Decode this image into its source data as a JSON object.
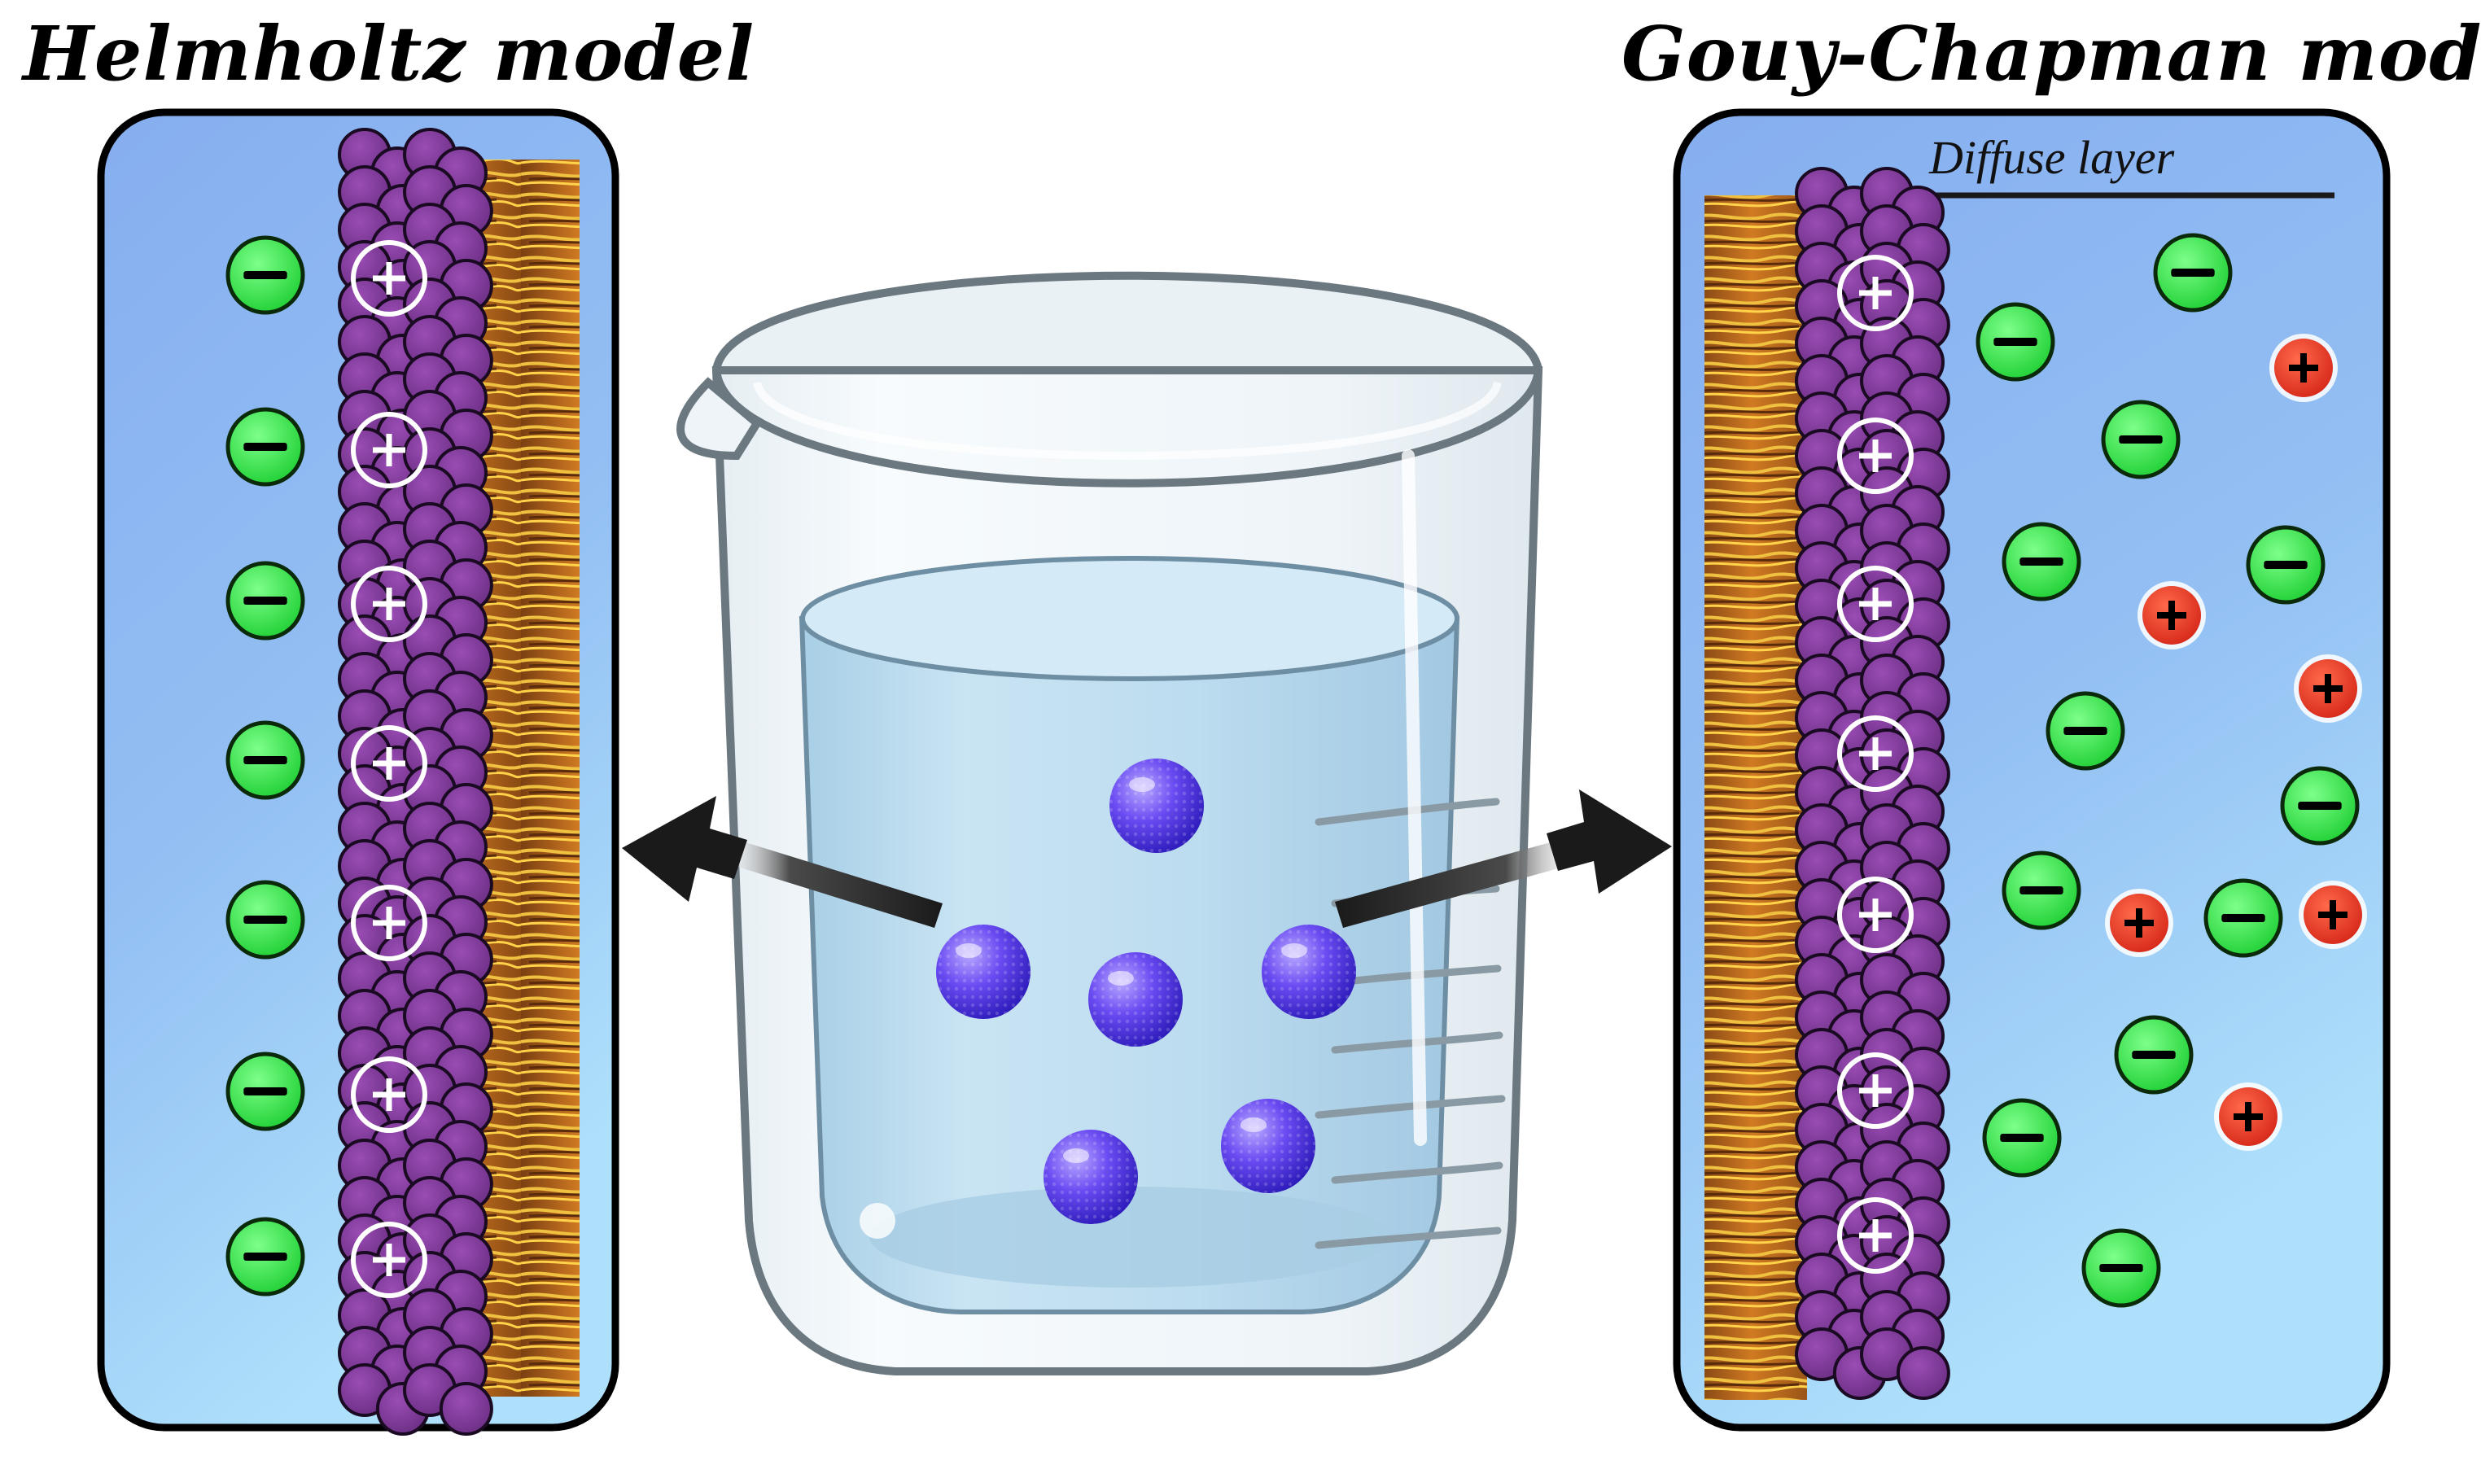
{
  "titles": {
    "left": "Helmholtz model",
    "right": "Gouy-Chapman model",
    "diffuse_layer": "Diffuse layer"
  },
  "glyphs": {
    "minus": "−",
    "plus": "+"
  },
  "colors": {
    "panel_fill_top": "#8cb3ee",
    "panel_fill_bottom": "#a9d8fa",
    "panel_border": "#000000",
    "anion_fill": "#2fe64a",
    "cation_fill": "#e23a22",
    "particle_membrane": "#7b3a93",
    "lipid_tails": "#c26b1c",
    "nanoparticle": "#4a3ff0",
    "water": "#bcdcef",
    "arrow": "#1a1a1a"
  },
  "icons": {
    "anion": "minus-circle-icon",
    "cation": "plus-circle-icon",
    "nanoparticle": "sphere-icon",
    "beaker": "beaker-icon",
    "arrow": "arrow-icon"
  }
}
